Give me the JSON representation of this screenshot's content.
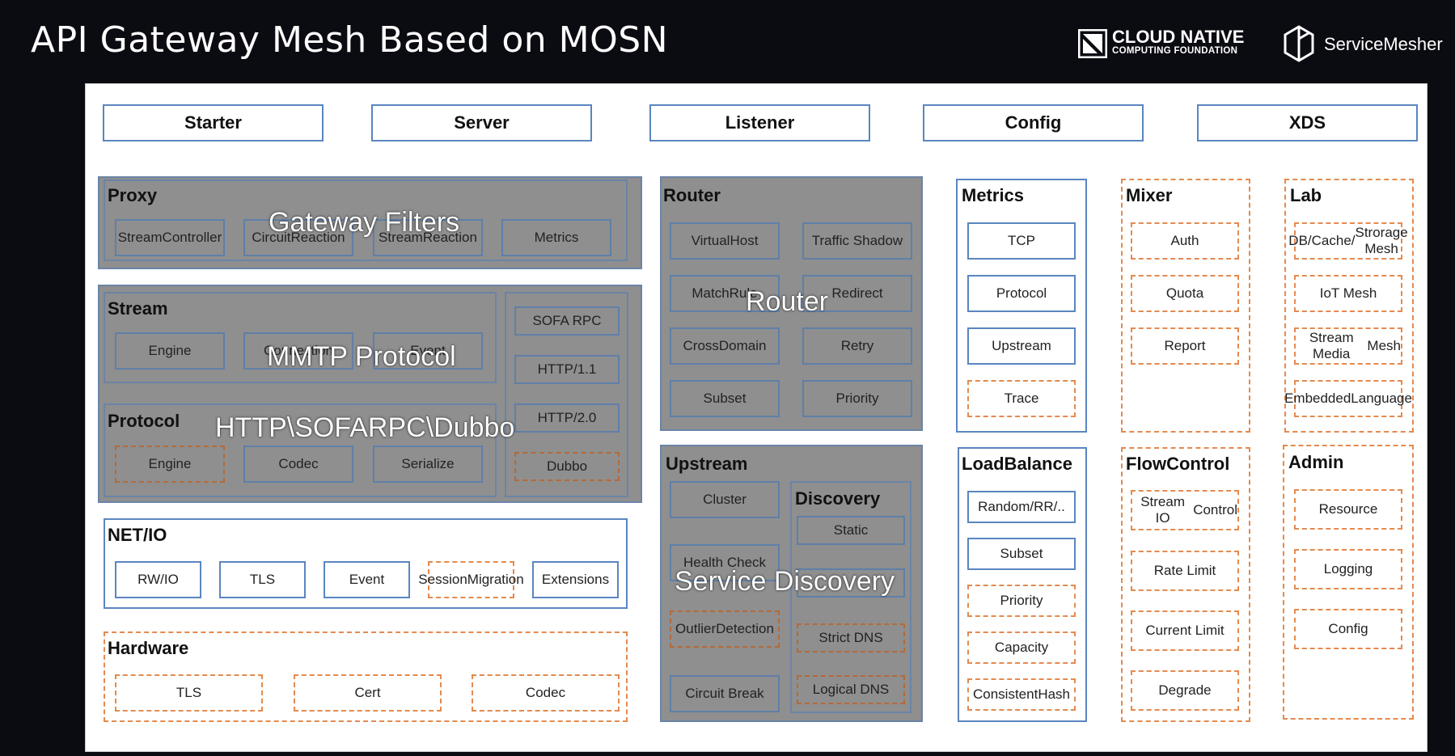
{
  "title": "API Gateway Mesh Based on MOSN",
  "logos": {
    "cncf_name": "CLOUD NATIVE",
    "cncf_sub": "COMPUTING FOUNDATION",
    "servicemesher": "ServiceMesher"
  },
  "top_modules": [
    "Starter",
    "Server",
    "Listener",
    "Config",
    "XDS"
  ],
  "proxy": {
    "title": "Proxy",
    "items": [
      [
        "Stream",
        "Controller"
      ],
      [
        "Circuit",
        "Reaction"
      ],
      [
        "Stream",
        "Reaction"
      ],
      [
        "Metrics"
      ]
    ]
  },
  "stream": {
    "title": "Stream",
    "items": [
      [
        "Engine"
      ],
      [
        "Connection"
      ],
      [
        "Event"
      ]
    ]
  },
  "protocol": {
    "title": "Protocol",
    "items": [
      [
        "Engine"
      ],
      [
        "Codec"
      ],
      [
        "Serialize"
      ]
    ]
  },
  "protocols_list": [
    "SOFA RPC",
    "HTTP/1.1",
    "HTTP/2.0",
    "Dubbo"
  ],
  "netio": {
    "title": "NET/IO",
    "items": [
      [
        "RW/IO"
      ],
      [
        "TLS"
      ],
      [
        "Event"
      ],
      [
        "Session",
        "Migration"
      ],
      [
        "Extensions"
      ]
    ]
  },
  "hardware": {
    "title": "Hardware",
    "items": [
      "TLS",
      "Cert",
      "Codec"
    ]
  },
  "router": {
    "title": "Router",
    "items": [
      "VirtualHost",
      "Traffic Shadow",
      "MatchRule",
      "Redirect",
      "CrossDomain",
      "Retry",
      "Subset",
      "Priority"
    ]
  },
  "upstream": {
    "title": "Upstream",
    "items": [
      [
        "Cluster"
      ],
      [
        "Health Check"
      ],
      [
        "Outlier",
        "Detection"
      ],
      [
        "Circuit Break"
      ]
    ]
  },
  "discovery": {
    "title": "Discovery",
    "items": [
      "Static",
      "",
      "Strict DNS",
      "Logical DNS"
    ]
  },
  "metrics": {
    "title": "Metrics",
    "items": [
      "TCP",
      "Protocol",
      "Upstream",
      "Trace"
    ]
  },
  "loadbalance": {
    "title": "LoadBalance",
    "items": [
      [
        "Random/RR/.."
      ],
      [
        "Subset"
      ],
      [
        "Priority"
      ],
      [
        "Capacity"
      ],
      [
        "Consistent",
        "Hash"
      ]
    ]
  },
  "mixer": {
    "title": "Mixer",
    "items": [
      "Auth",
      "Quota",
      "Report"
    ]
  },
  "flowcontrol": {
    "title": "FlowControl",
    "items": [
      [
        "Stream IO",
        "Control"
      ],
      [
        "Rate Limit"
      ],
      [
        "Current Limit"
      ],
      [
        "Degrade"
      ]
    ]
  },
  "lab": {
    "title": "Lab",
    "items": [
      [
        "DB/Cache/",
        "Strorage Mesh"
      ],
      [
        "IoT Mesh"
      ],
      [
        "Stream Media",
        "Mesh"
      ],
      [
        "Embedded",
        "Language"
      ]
    ]
  },
  "admin": {
    "title": "Admin",
    "items": [
      "Resource",
      "Logging",
      "Config"
    ]
  },
  "overlays": {
    "gateway_filters": "Gateway Filters",
    "mmtp_protocol": "MMTP Protocol",
    "http_sofarpc_dubbo": "HTTP\\SOFARPC\\Dubbo",
    "router": "Router",
    "service_discovery": "Service Discovery"
  },
  "colors": {
    "solid_border": "#5a86c0",
    "dashed_border": "#e48a4e",
    "gray_fill": "#8f8f8f",
    "background": "#0b0b12"
  }
}
